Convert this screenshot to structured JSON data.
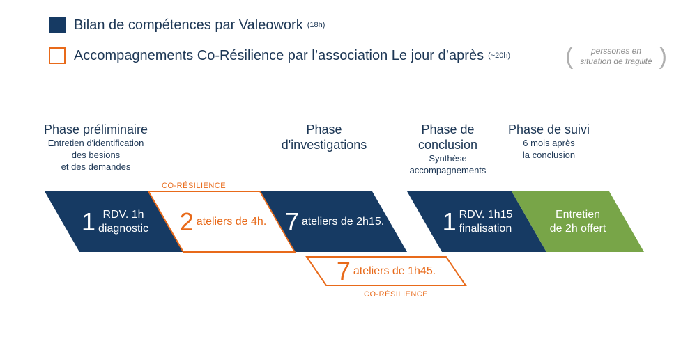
{
  "legend": {
    "items": [
      {
        "label": "Bilan de compétences par Valeowork",
        "note": "(18h)",
        "color": "#163a63",
        "style": "filled"
      },
      {
        "label": "Accompagnements Co-Résilience par l’association Le jour d’après",
        "note": "(~20h)",
        "color": "#e86a1a",
        "style": "outline"
      }
    ],
    "fragility_note": {
      "open": "(",
      "line1": "perssones en",
      "line2": "situation de fragilité",
      "close": ")"
    }
  },
  "phases": {
    "preliminaire": {
      "title": "Phase préliminaire",
      "sub1": "Entretien d'identification",
      "sub2": "des besions",
      "sub3": "et des demandes"
    },
    "investigations": {
      "title1": "Phase",
      "title2": "d'investigations"
    },
    "conclusion": {
      "title1": "Phase de",
      "title2": "conclusion",
      "sub1": "Synthèse",
      "sub2": "accompagnements"
    },
    "suivi": {
      "title": "Phase de suivi",
      "sub1": "6 mois après",
      "sub2": "la conclusion"
    }
  },
  "co_labels": {
    "top": "CO-RÉSILIENCE",
    "bottom": "CO-RÉSILIENCE"
  },
  "blocks": [
    {
      "id": "diag",
      "num": "1",
      "line1": "RDV. 1h",
      "line2": "diagnostic",
      "fill": "#163a63",
      "text_color": "#ffffff"
    },
    {
      "id": "co1",
      "num": "2",
      "line1": "ateliers de 4h.",
      "fill": "none",
      "stroke": "#e86a1a",
      "text_color": "#e86a1a"
    },
    {
      "id": "inv",
      "num": "7",
      "line1": "ateliers de 2h15.",
      "fill": "#163a63",
      "text_color": "#ffffff"
    },
    {
      "id": "fin",
      "num": "1",
      "line1": "RDV. 1h15",
      "line2": "finalisation",
      "fill": "#163a63",
      "text_color": "#ffffff"
    },
    {
      "id": "suivi",
      "line1": "Entretien",
      "line2": "de 2h offert",
      "fill": "#78a548",
      "text_color": "#ffffff"
    },
    {
      "id": "co2",
      "num": "7",
      "line1": "ateliers de 1h45.",
      "fill": "none",
      "stroke": "#e86a1a",
      "text_color": "#e86a1a"
    }
  ]
}
